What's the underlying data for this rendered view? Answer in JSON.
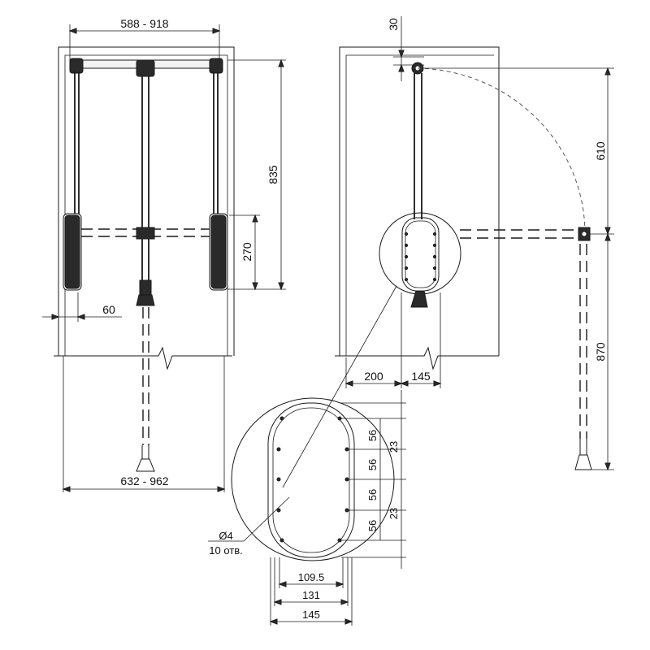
{
  "dimensions": {
    "inner_width_range": "588 - 918",
    "outer_width_range": "632 - 962",
    "height_total": "835",
    "lift_travel": "270",
    "side_offset": "60",
    "top_offset": "30",
    "arm_reach": "610",
    "floor_height": "870",
    "wall_gap": "200",
    "pad_width_side": "145",
    "hole_spacing_1": "56",
    "hole_spacing_2": "56",
    "hole_spacing_3": "56",
    "hole_spacing_4": "56",
    "edge_offset_top": "23",
    "edge_offset_bottom": "23",
    "plate_inner_width": "109.5",
    "plate_mid_width": "131",
    "plate_outer_width": "145",
    "hole_diameter": "Ø4",
    "hole_count": "10 отв."
  }
}
